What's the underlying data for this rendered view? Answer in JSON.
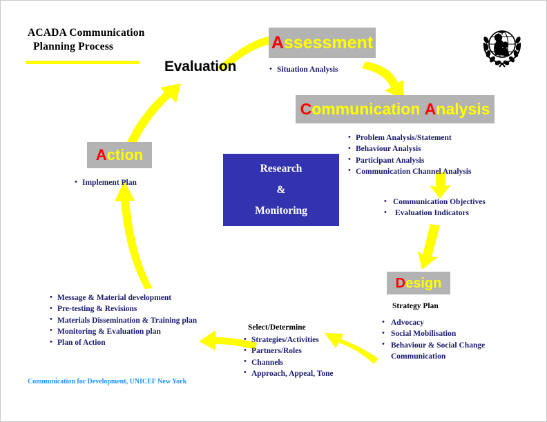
{
  "page": {
    "title_lines": [
      "ACADA Communication",
      "Planning Process"
    ],
    "evaluation_label": "Evaluation",
    "footer": "Communication for Development, UNICEF New York",
    "logo_name": "unicef-logo"
  },
  "colors": {
    "accent_yellow": "#ffff00",
    "stage_box_gray": "#b3b3b3",
    "stage_cap_red": "#ff0000",
    "stage_text_yellow": "#ffff00",
    "bullet_navy": "#1a1a6e",
    "research_box_blue": "#3333b0",
    "footer_blue": "#1e90ff",
    "background": "#ffffff"
  },
  "stages": {
    "assessment": {
      "cap": "A",
      "rest": "ssessment",
      "bullets": [
        "Situation Analysis"
      ]
    },
    "communication_analysis": {
      "parts": [
        {
          "cap": "C",
          "rest": "ommunication"
        },
        {
          "cap": "A",
          "rest": "nalysis"
        }
      ],
      "bullets": [
        "Problem Analysis/Statement",
        "Behaviour Analysis",
        "Participant Analysis",
        "Communication Channel Analysis"
      ],
      "objectives": [
        "Communication Objectives",
        "Evaluation Indicators"
      ]
    },
    "design": {
      "cap": "D",
      "rest": "esign",
      "subhead": "Strategy Plan",
      "bullets": [
        "Advocacy",
        "Social Mobilisation",
        "Behaviour & Social Change",
        "Communication"
      ]
    },
    "select_determine": {
      "heading": "Select/Determine",
      "bullets": [
        "Strategies/Activities",
        "Partners/Roles",
        "Channels",
        "Approach, Appeal, Tone"
      ]
    },
    "action": {
      "cap": "A",
      "rest": "ction",
      "bullets": [
        "Implement Plan"
      ],
      "tasks": [
        "Message & Material development",
        "Pre-testing & Revisions",
        "Materials Dissemination & Training plan",
        "Monitoring & Evaluation plan",
        "Plan of Action"
      ]
    }
  },
  "research_box": {
    "lines": [
      "Research",
      "&",
      "Monitoring"
    ]
  },
  "arrows": [
    {
      "name": "arrow-evaluation-to-assessment"
    },
    {
      "name": "arrow-assessment-to-communication-analysis"
    },
    {
      "name": "arrow-analysis-to-objectives"
    },
    {
      "name": "arrow-objectives-to-design"
    },
    {
      "name": "arrow-design-to-select-determine"
    },
    {
      "name": "arrow-select-to-action-tasks"
    },
    {
      "name": "arrow-tasks-to-action"
    },
    {
      "name": "arrow-action-to-evaluation"
    }
  ]
}
